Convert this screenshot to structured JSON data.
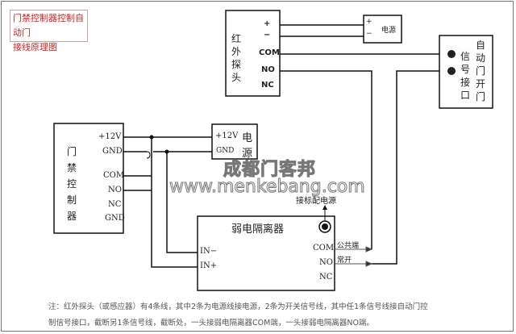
{
  "title": {
    "line1": "门禁控制器控制自动门",
    "line2": "接线原理图",
    "color": "#d42020"
  },
  "ir_sensor": {
    "label": "红外探头",
    "pins": [
      "+",
      "−",
      "COM",
      "NO",
      "NC"
    ]
  },
  "ir_power": {
    "label": "电源",
    "pins": [
      "+",
      "−"
    ]
  },
  "auto_door": {
    "label_col1": "信号接口",
    "label_col2": "自动门开门"
  },
  "access_controller": {
    "label": "门禁控制器",
    "pins": [
      "+12V",
      "GND",
      "COM",
      "NO",
      "NC",
      "GND"
    ]
  },
  "controller_power": {
    "pin1": "+12V",
    "pin2": "GND",
    "label1": "电",
    "label2": "源"
  },
  "isolator": {
    "label": "弱电隔离器",
    "inputs": [
      "IN−",
      "IN+"
    ],
    "outputs": [
      "COM",
      "NO",
      "NC"
    ],
    "power_label": "接标配电源",
    "com_wire_label": "公共端",
    "no_wire_label": "常开"
  },
  "watermark": {
    "name": "成都门客邦",
    "url": "www.menkebang.com"
  },
  "note": {
    "line1": "注：红外探头（或感应器）有4条线，其中2条为电源线接电源，2条为开关信号线，其中任1条信号线接自动门控",
    "line2": "制信号接口，截断另1条信号线，截断处，一头接弱电隔离器COM端，一头接弱电隔离器NO端。"
  }
}
